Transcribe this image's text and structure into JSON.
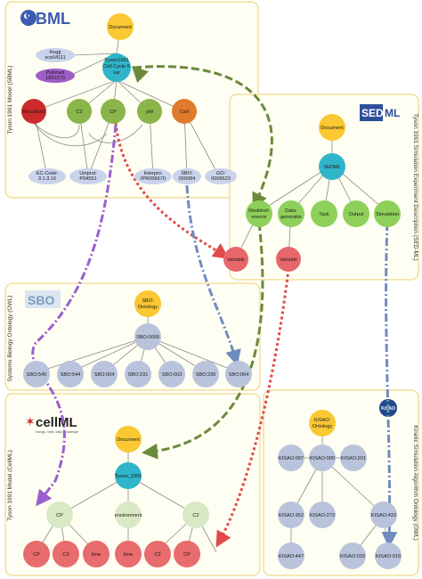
{
  "panels": {
    "sbml": "Tyson 1991 Model (SBML)",
    "sedml": "Tyson 1991 Simulation Experiment Description (SED-ML)",
    "sbo": "Systems Biology Ontology (OWL)",
    "cellml": "Tyson 1991 Model (CellML)",
    "kisao": "Kinetic Simulation Algorithm Ontology (OWL)"
  },
  "logos": {
    "sbml": "SBML",
    "sedml_a": "SED",
    "sedml_b": "ML",
    "sbo": "SBO",
    "cellml": "cellML",
    "cellml_tagline": "biology. math. data. knowledge",
    "kisao": "KiSAO"
  },
  "nodes": {
    "sbml_document": "Document",
    "sbml_model": [
      "Tyson1991",
      "Cell Cycle 6",
      "var"
    ],
    "sbml_kegg": [
      "Kegg",
      "sce04111"
    ],
    "sbml_pubmed": [
      "Pubmed",
      "1831270"
    ],
    "sbml_reaction": "Reaction9",
    "sbml_c2": "C2",
    "sbml_cp": "CP",
    "sbml_pm": "pM",
    "sbml_cell": "Cell",
    "sbml_ec": [
      "EC-Code:",
      "3.1.3.16"
    ],
    "sbml_uniprot": [
      "Uniprot:",
      "P04551"
    ],
    "sbml_interpro": [
      "Interpro:",
      "IPR006670"
    ],
    "sbml_sbo": [
      "SBO:",
      "000084"
    ],
    "sbml_go": [
      "GO:",
      "0005623"
    ],
    "sed_document": "Document",
    "sed_sedml": "SEDML",
    "sed_modelref": [
      "Modelref-",
      "erence"
    ],
    "sed_datagen": [
      "Data-",
      "generator"
    ],
    "sed_task": "Task",
    "sed_output": "Output",
    "sed_simulation": "Simulation",
    "sed_variable1": "Variable",
    "sed_variable2": "Variable",
    "sbo_ontology": [
      "SBO:",
      "Ontology"
    ],
    "sbo_0000": "SBO:0000",
    "sbo_children": [
      "SBO:545",
      "SBO:544",
      "SBO:004",
      "SBO:231",
      "SBO:003",
      "SBO:236",
      "SBO:064"
    ],
    "cell_document": "Document",
    "cell_model": "Tyson_1991",
    "cell_cp": "CP",
    "cell_env": "environment",
    "cell_c2": "C2",
    "cell_leaves": [
      "CP",
      "C2",
      "time",
      "time",
      "C2",
      "CP"
    ],
    "kisao_ontology": [
      "KiSAO:",
      "Ontology"
    ],
    "kisao_097": "KISAO:097",
    "kisao_000": "KISAO:000",
    "kisao_201": "KISAO:201",
    "kisao_352": "KISAO:352",
    "kisao_273": "KISAO:273",
    "kisao_433": "KISAO:433",
    "kisao_447": "KISAO:447",
    "kisao_020": "KISAO:020",
    "kisao_019": "KISAO:019"
  },
  "colors": {
    "document": "#f9c832",
    "model": "#2fb5c9",
    "reaction": "#cc2b2b",
    "species": "#8ab54a",
    "compartment": "#e07a2c",
    "annotation": "#c9d3ec",
    "pubmed": "#9f5dc7",
    "sed_child": "#8ed05a",
    "variable": "#e8676b",
    "ontology_term": "#b9c4dc",
    "cellml_var": "#d9e8c5",
    "cellml_leaf": "#e86b6d",
    "arrow_green": "#6b8a3c",
    "arrow_red": "#e04a4a",
    "arrow_blue": "#6f8cbc",
    "arrow_purple": "#9a5fcf"
  }
}
